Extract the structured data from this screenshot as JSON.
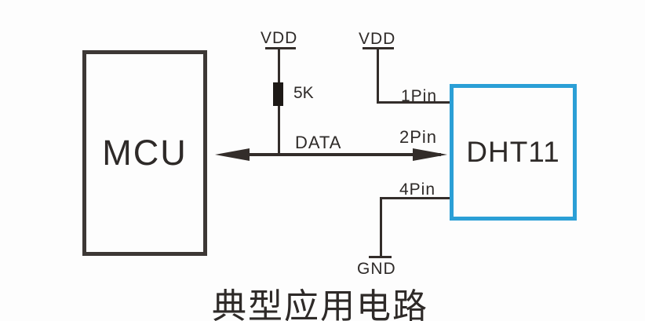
{
  "diagram": {
    "title": "典型应用电路",
    "mcu": {
      "label": "MCU"
    },
    "dht11": {
      "label": "DHT11"
    },
    "power": {
      "vdd_left": "VDD",
      "vdd_right": "VDD",
      "gnd": "GND"
    },
    "resistor": {
      "value": "5K"
    },
    "bus": {
      "label": "DATA"
    },
    "pins": {
      "pin1": "1Pin",
      "pin2": "2Pin",
      "pin4": "4Pin"
    },
    "colors": {
      "line": "#332d2a",
      "dht11_border": "#2b9fd6",
      "text": "#2e2a28"
    }
  }
}
